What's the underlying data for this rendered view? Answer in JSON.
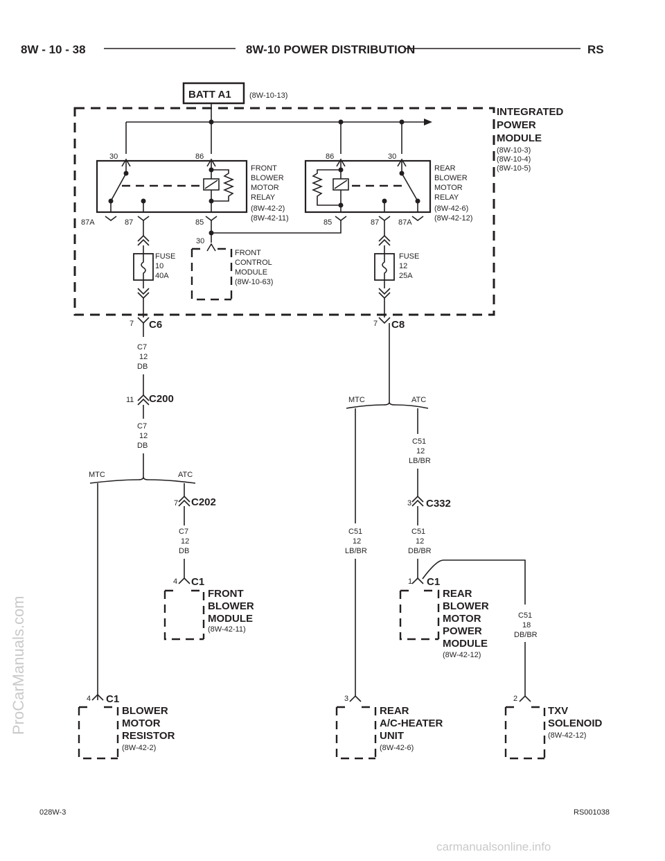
{
  "header": {
    "page_code": "8W - 10 - 38",
    "title": "8W-10 POWER DISTRIBUTION",
    "model": "RS"
  },
  "battery": {
    "label": "BATT A1",
    "ref": "(8W-10-13)"
  },
  "ipm": {
    "title_lines": [
      "INTEGRATED",
      "POWER",
      "MODULE"
    ],
    "refs": [
      "(8W-10-3)",
      "(8W-10-4)",
      "(8W-10-5)"
    ]
  },
  "front_relay": {
    "lines": [
      "FRONT",
      "BLOWER",
      "MOTOR",
      "RELAY"
    ],
    "refs": [
      "(8W-42-2)",
      "(8W-42-11)"
    ],
    "pins": {
      "p30": "30",
      "p86": "86",
      "p87a": "87A",
      "p87": "87",
      "p85": "85"
    }
  },
  "rear_relay": {
    "lines": [
      "REAR",
      "BLOWER",
      "MOTOR",
      "RELAY"
    ],
    "refs": [
      "(8W-42-6)",
      "(8W-42-12)"
    ],
    "pins": {
      "p86": "86",
      "p30": "30",
      "p85": "85",
      "p87": "87",
      "p87a": "87A"
    }
  },
  "fuse10": {
    "lines": [
      "FUSE",
      "10",
      "40A"
    ]
  },
  "fuse12": {
    "lines": [
      "FUSE",
      "12",
      "25A"
    ]
  },
  "fcm": {
    "pin": "30",
    "lines": [
      "FRONT",
      "CONTROL",
      "MODULE",
      "(8W-10-63)"
    ]
  },
  "c6": {
    "pin": "7",
    "name": "C6"
  },
  "c8": {
    "pin": "7",
    "name": "C8"
  },
  "wire_c7_a": [
    "C7",
    "12",
    "DB"
  ],
  "c200": {
    "pin": "11",
    "name": "C200"
  },
  "wire_c7_b": [
    "C7",
    "12",
    "DB"
  ],
  "split_left": {
    "mtc": "MTC",
    "atc": "ATC"
  },
  "c202": {
    "pin": "7",
    "name": "C202"
  },
  "wire_c7_c": [
    "C7",
    "12",
    "DB"
  ],
  "front_module": {
    "pin": "4",
    "conn": "C1",
    "lines": [
      "FRONT",
      "BLOWER",
      "MODULE"
    ],
    "ref": "(8W-42-11)"
  },
  "split_right": {
    "mtc": "MTC",
    "atc": "ATC"
  },
  "wire_c51_a": [
    "C51",
    "12",
    "LB/BR"
  ],
  "c332": {
    "pin": "3",
    "name": "C332"
  },
  "wire_c51_b": [
    "C51",
    "12",
    "LB/BR"
  ],
  "wire_c51_c": [
    "C51",
    "12",
    "DB/BR"
  ],
  "rear_power_module": {
    "pin": "1",
    "conn": "C1",
    "lines": [
      "REAR",
      "BLOWER",
      "MOTOR",
      "POWER",
      "MODULE"
    ],
    "ref": "(8W-42-12)"
  },
  "wire_c51_d": [
    "C51",
    "18",
    "DB/BR"
  ],
  "blower_resistor": {
    "pin": "4",
    "conn": "C1",
    "lines": [
      "BLOWER",
      "MOTOR",
      "RESISTOR"
    ],
    "ref": "(8W-42-2)"
  },
  "rear_heater": {
    "pin": "3",
    "lines": [
      "REAR",
      "A/C-HEATER",
      "UNIT"
    ],
    "ref": "(8W-42-6)"
  },
  "txv": {
    "pin": "2",
    "lines": [
      "TXV",
      "SOLENOID"
    ],
    "ref": "(8W-42-12)"
  },
  "footer": {
    "left": "028W-3",
    "right": "RS001038"
  },
  "watermarks": {
    "side": "ProCarManuals.com",
    "bottom": "carmanualsonline.info"
  }
}
